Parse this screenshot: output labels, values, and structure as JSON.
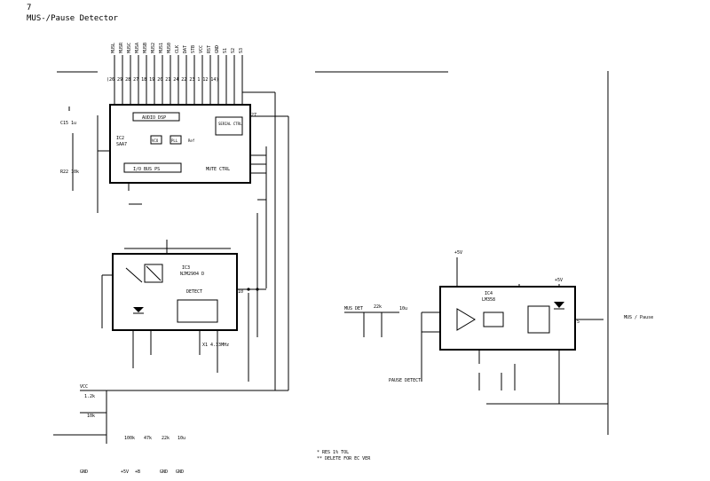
{
  "header": {
    "page_number": "7",
    "title": "MUS-/Pause Detector"
  },
  "bus_labels": {
    "top": [
      "MUSL",
      "MUSR",
      "MUSC",
      "MUSA",
      "MUSB",
      "MUS2",
      "MUS1",
      "MUS0",
      "CLK",
      "DAT",
      "STB",
      "VCC",
      "RST",
      "GND",
      "S1",
      "S2",
      "S3"
    ],
    "pins": "(26 29 28 27 18 19 20 21 24 22 23 1  12 14)"
  },
  "ic_top": {
    "designator": "IC2",
    "part": "SAA7",
    "block_top": "AUDIO DSP",
    "block_right": "SERIAL CTRL",
    "block_bl": "I/O BUS  PS",
    "block_br": "MUTE CTRL",
    "inner1": "VCO",
    "inner2": "PLL",
    "inner3": "Ref",
    "pin_label": "27"
  },
  "ic_mid": {
    "designator": "IC3",
    "part": "NJM2904 D",
    "block": "DETECT",
    "pin_label": "10"
  },
  "ic_right": {
    "designator": "IC4",
    "part": "LM358",
    "sup_label": "+5V",
    "pin_label": "5"
  },
  "labels": {
    "input_label": "MUS DET",
    "input_res": "22k",
    "input_cap": "10u",
    "output_label": "MUS / Pause",
    "right_note": "PAUSE DETECT",
    "note1": "* RES 1% TOL",
    "note2": "** DELETE FOR EC VER",
    "vcc_left": "VCC",
    "gnd_bottom": [
      "GND",
      "+5V",
      "+B",
      "GND",
      "GND"
    ],
    "bottom_values": [
      "1.2k",
      "10k",
      "100k",
      "47k",
      "22k",
      "10u"
    ],
    "xtal": "X1 4.33MHz",
    "left_comp": "C15 1u",
    "left_comp2": "R22 10k"
  }
}
